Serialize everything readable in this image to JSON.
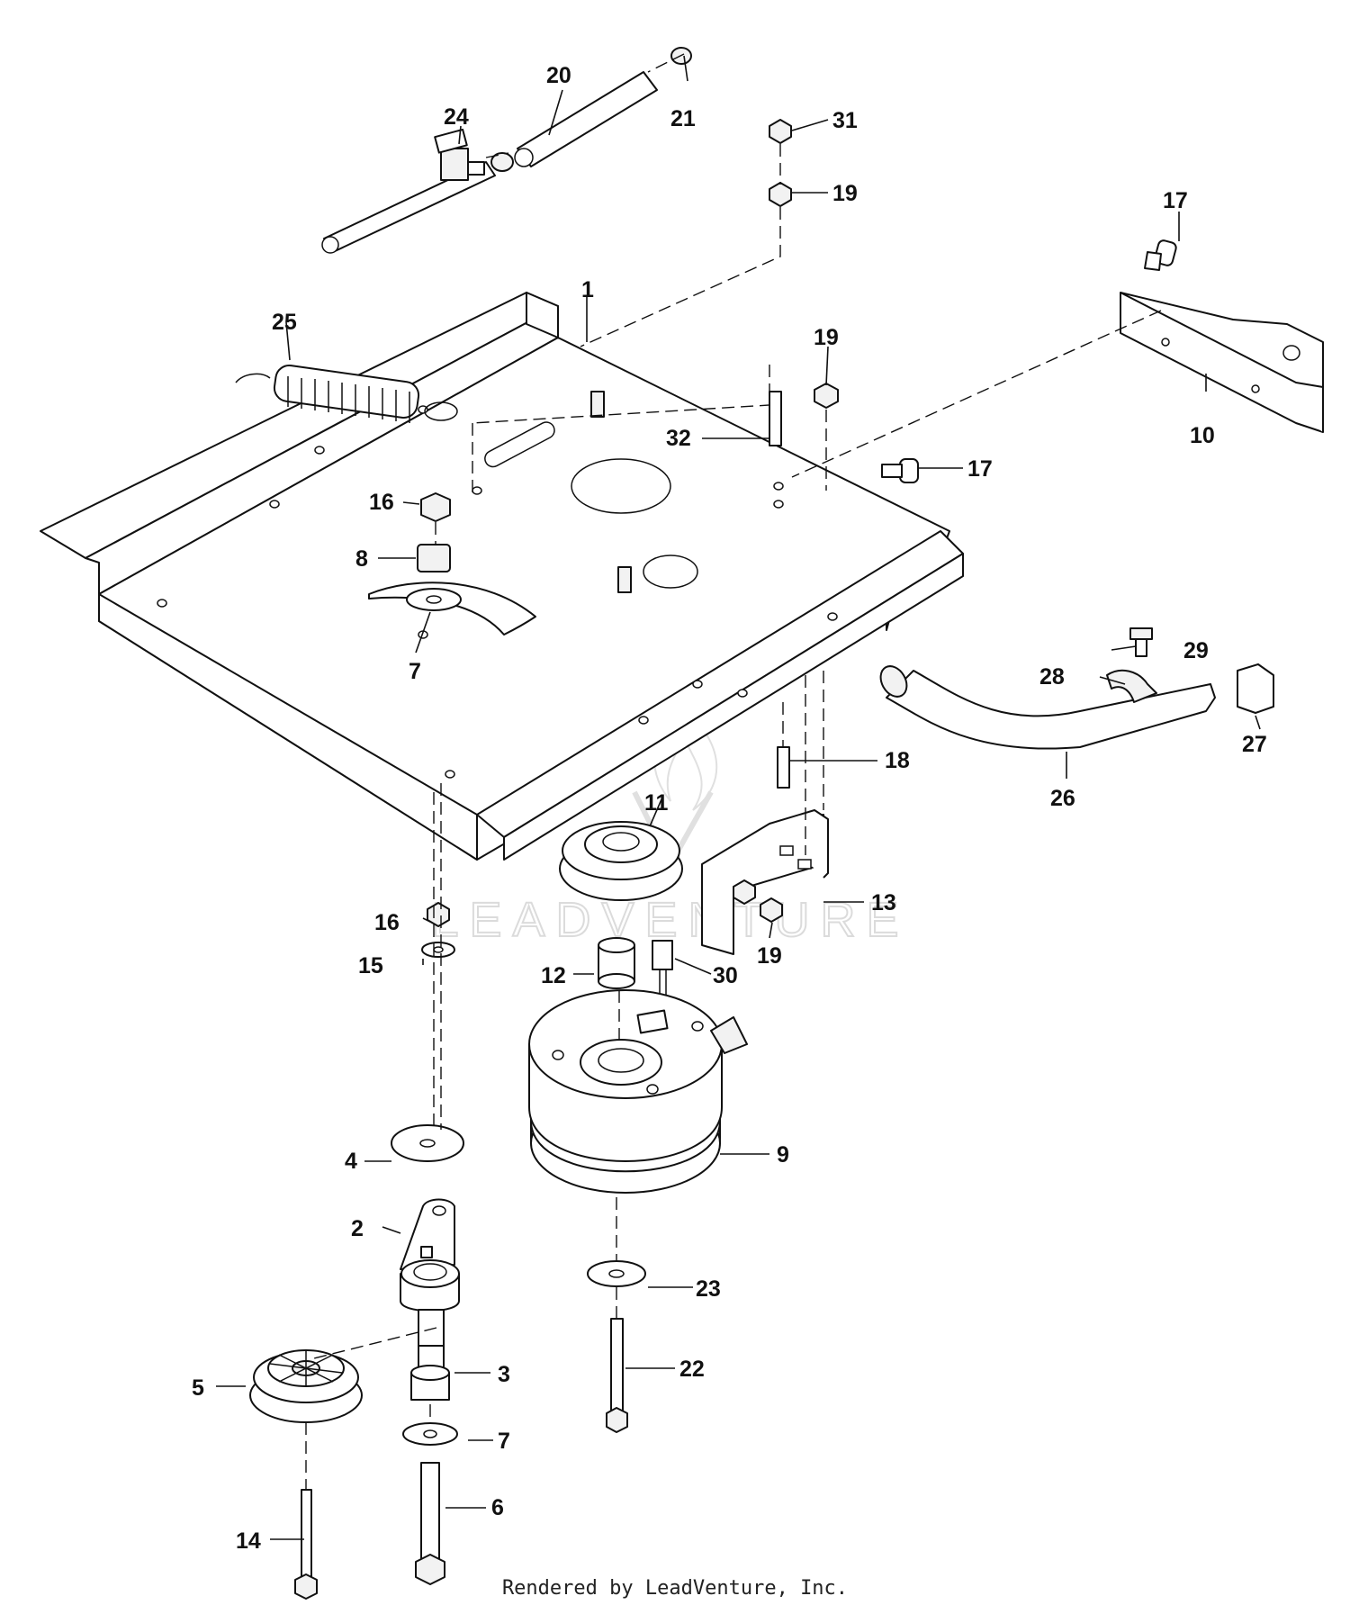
{
  "diagram": {
    "callouts": [
      "1",
      "2",
      "3",
      "4",
      "5",
      "6",
      "7",
      "7",
      "8",
      "9",
      "10",
      "11",
      "12",
      "13",
      "14",
      "15",
      "16",
      "16",
      "17",
      "17",
      "18",
      "19",
      "19",
      "19",
      "20",
      "21",
      "22",
      "23",
      "24",
      "25",
      "26",
      "27",
      "28",
      "29",
      "30",
      "31",
      "32"
    ]
  },
  "watermark": {
    "brand": "LEADVENTURE"
  },
  "footer": {
    "credit": "Rendered by LeadVenture, Inc."
  }
}
